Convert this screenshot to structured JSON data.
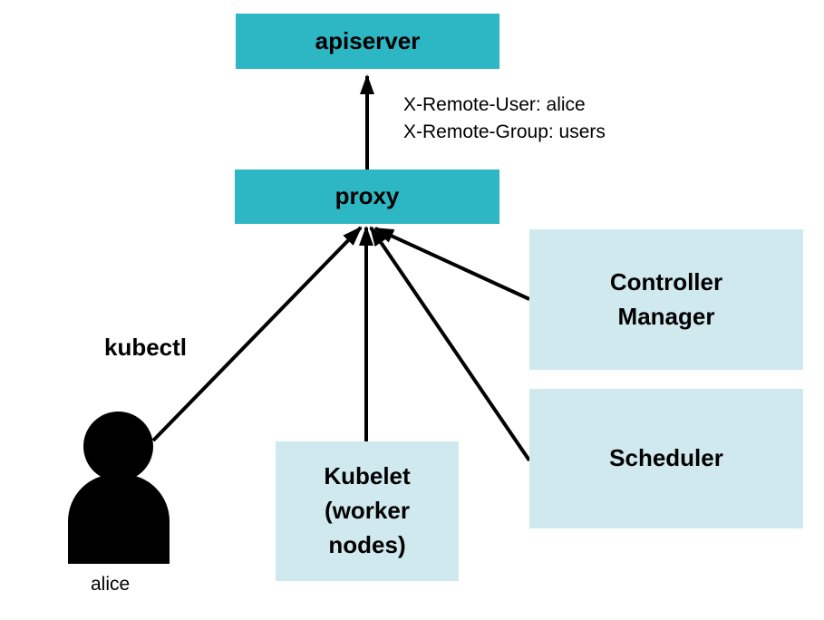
{
  "colors": {
    "node_primary": "#2db6c4",
    "node_secondary": "#d0e9ef",
    "text": "#000000",
    "background": "#ffffff"
  },
  "nodes": {
    "apiserver": {
      "label": "apiserver"
    },
    "proxy": {
      "label": "proxy"
    },
    "controller_manager": {
      "label": "Controller Manager"
    },
    "scheduler": {
      "label": "Scheduler"
    },
    "kubelet": {
      "label": "Kubelet (worker nodes)"
    }
  },
  "annotations": {
    "remote_user_header": "X-Remote-User: alice",
    "remote_group_header": "X-Remote-Group: users",
    "kubectl_label": "kubectl",
    "user_label": "alice"
  },
  "icons": {
    "user_icon": "person-silhouette"
  },
  "edges": [
    {
      "from": "proxy",
      "to": "apiserver",
      "label": "X-Remote-User / X-Remote-Group headers"
    },
    {
      "from": "alice",
      "to": "proxy",
      "label": "kubectl"
    },
    {
      "from": "kubelet",
      "to": "proxy",
      "label": ""
    },
    {
      "from": "scheduler",
      "to": "proxy",
      "label": ""
    },
    {
      "from": "controller_manager",
      "to": "proxy",
      "label": ""
    }
  ]
}
